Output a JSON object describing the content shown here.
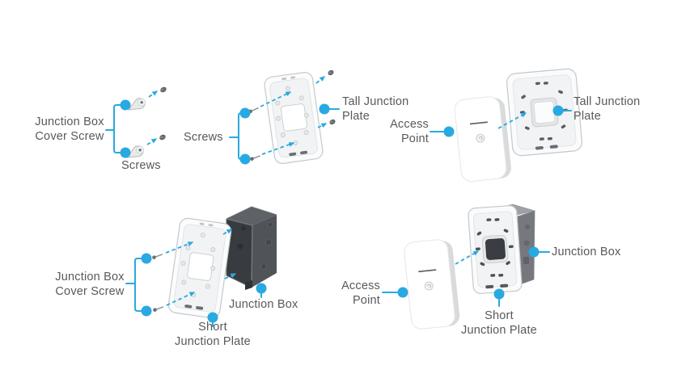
{
  "colors": {
    "accent_blue": "#29a9e1",
    "label_text": "#58595b",
    "background": "#ffffff",
    "plate_fill": "#f8f9fa",
    "junction_box_dark": "#3a3d42"
  },
  "diagrams": {
    "top_left": {
      "cover_screw_label": "Junction Box\nCover Screw",
      "screws_label": "Screws"
    },
    "top_middle": {
      "screws_label": "Screws",
      "plate_label": "Tall Junction\nPlate"
    },
    "top_right": {
      "access_point_label": "Access\nPoint",
      "plate_label": "Tall Junction\nPlate"
    },
    "bottom_left": {
      "cover_screw_label": "Junction Box\nCover Screw",
      "junction_box_label": "Junction Box",
      "plate_label": "Short\nJunction Plate"
    },
    "bottom_right": {
      "access_point_label": "Access\nPoint",
      "junction_box_label": "Junction Box",
      "plate_label": "Short\nJunction Plate"
    }
  }
}
